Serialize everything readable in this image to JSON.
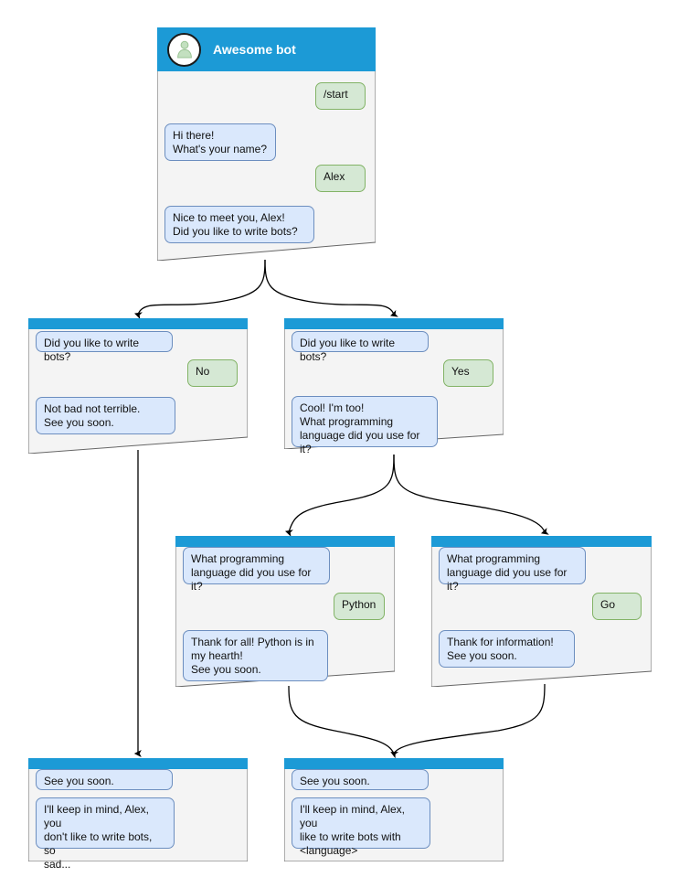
{
  "palette": {
    "header_blue": "#1c9ad6",
    "card_bg": "#f4f4f4",
    "card_border": "#666666",
    "bot_bubble_bg": "#dae8fc",
    "bot_bubble_border": "#6c8ebf",
    "user_bubble_bg": "#d5e8d4",
    "user_bubble_border": "#82b366",
    "connector": "#000000",
    "page_bg": "#ffffff"
  },
  "diagram": {
    "title": "Awesome bot conversation flow",
    "avatar_icon": "person-icon"
  },
  "cards": {
    "root": {
      "name": "awesome-bot-root-card",
      "header_title": "Awesome bot",
      "messages": [
        {
          "from": "user",
          "text": "/start"
        },
        {
          "from": "bot",
          "text": "Hi there!\nWhat's your name?"
        },
        {
          "from": "user",
          "text": "Alex"
        },
        {
          "from": "bot",
          "text": "Nice to meet you, Alex!\nDid you like to write bots?"
        }
      ]
    },
    "no_branch": {
      "name": "did-you-like-no-card",
      "messages": [
        {
          "from": "bot",
          "text": "Did you like to write bots?"
        },
        {
          "from": "user",
          "text": "No"
        },
        {
          "from": "bot",
          "text": "Not bad not terrible.\nSee you soon."
        }
      ]
    },
    "yes_branch": {
      "name": "did-you-like-yes-card",
      "messages": [
        {
          "from": "bot",
          "text": "Did you like to write bots?"
        },
        {
          "from": "user",
          "text": "Yes"
        },
        {
          "from": "bot",
          "text": "Cool! I'm too!\nWhat programming\nlanguage did you use for it?"
        }
      ]
    },
    "python_branch": {
      "name": "language-python-card",
      "messages": [
        {
          "from": "bot",
          "text": "What programming\nlanguage did you use for it?"
        },
        {
          "from": "user",
          "text": "Python"
        },
        {
          "from": "bot",
          "text": "Thank for all! Python is in\nmy hearth!\nSee you soon."
        }
      ]
    },
    "go_branch": {
      "name": "language-go-card",
      "messages": [
        {
          "from": "bot",
          "text": "What programming\nlanguage did you use for it?"
        },
        {
          "from": "user",
          "text": "Go"
        },
        {
          "from": "bot",
          "text": "Thank for information!\nSee you soon."
        }
      ]
    },
    "end_sad": {
      "name": "end-sad-card",
      "messages": [
        {
          "from": "bot",
          "text": "See you soon."
        },
        {
          "from": "bot",
          "text": "I'll keep in mind, Alex, you\ndon't like to write bots, so\nsad..."
        }
      ]
    },
    "end_happy": {
      "name": "end-happy-card",
      "messages": [
        {
          "from": "bot",
          "text": "See you soon."
        },
        {
          "from": "bot",
          "text": "I'll keep in mind, Alex, you\nlike to write bots with\n<language>"
        }
      ]
    }
  }
}
